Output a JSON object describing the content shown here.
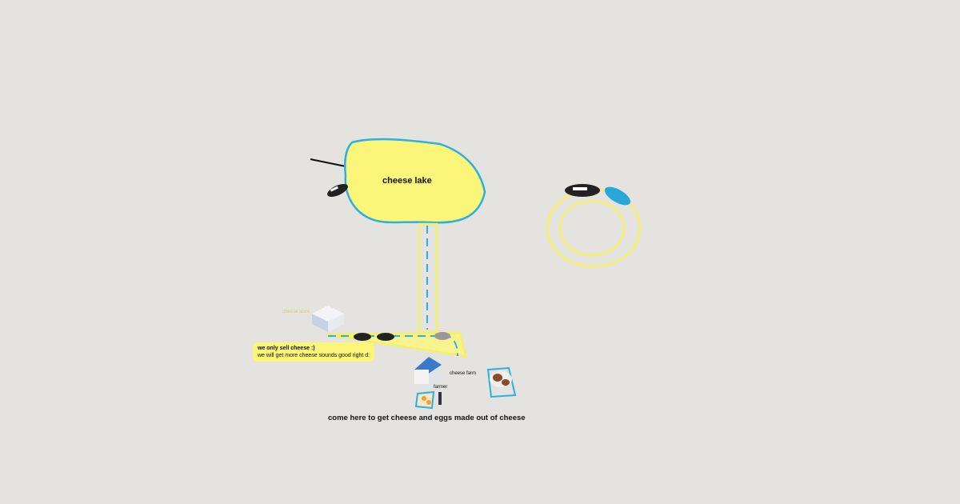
{
  "canvas": {
    "lake_label": "cheese lake",
    "store_label": "cheese store",
    "farm_label": "cheese farm",
    "farmer_label": "farmer",
    "caption": "come here to get cheese and eggs made out of cheese",
    "note": {
      "line1": "we only sell cheese :)",
      "line2": "we will get more cheese sounds good right d:"
    }
  },
  "colors": {
    "background": "#e4e3df",
    "highlight": "#fbf57a",
    "outline": "#2bb0e0"
  }
}
